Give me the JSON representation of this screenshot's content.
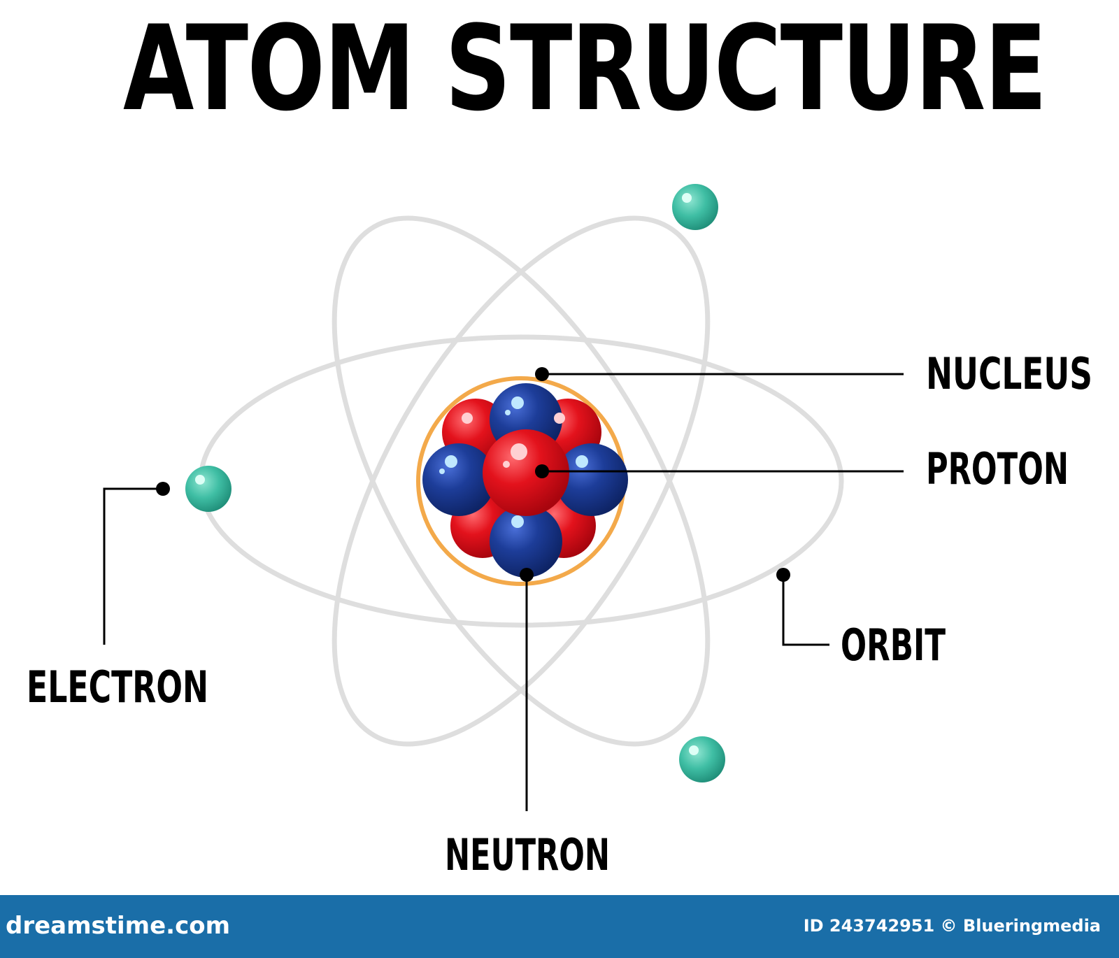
{
  "title": "ATOM STRUCTURE",
  "labels": {
    "nucleus": "NUCLEUS",
    "proton": "PROTON",
    "electron": "ELECTRON",
    "orbit": "ORBIT",
    "neutron": "NEUTRON"
  },
  "footer": {
    "logo": "dreamstime.com",
    "credit": "ID 243742951 © Blueringmedia"
  },
  "colors": {
    "proton": "#e3121c",
    "neutron": "#1d3d99",
    "electron": "#3fbea4",
    "nucleus_ring": "#f3a94a",
    "orbit": "#dedede",
    "footer": "#1a6ea8"
  }
}
